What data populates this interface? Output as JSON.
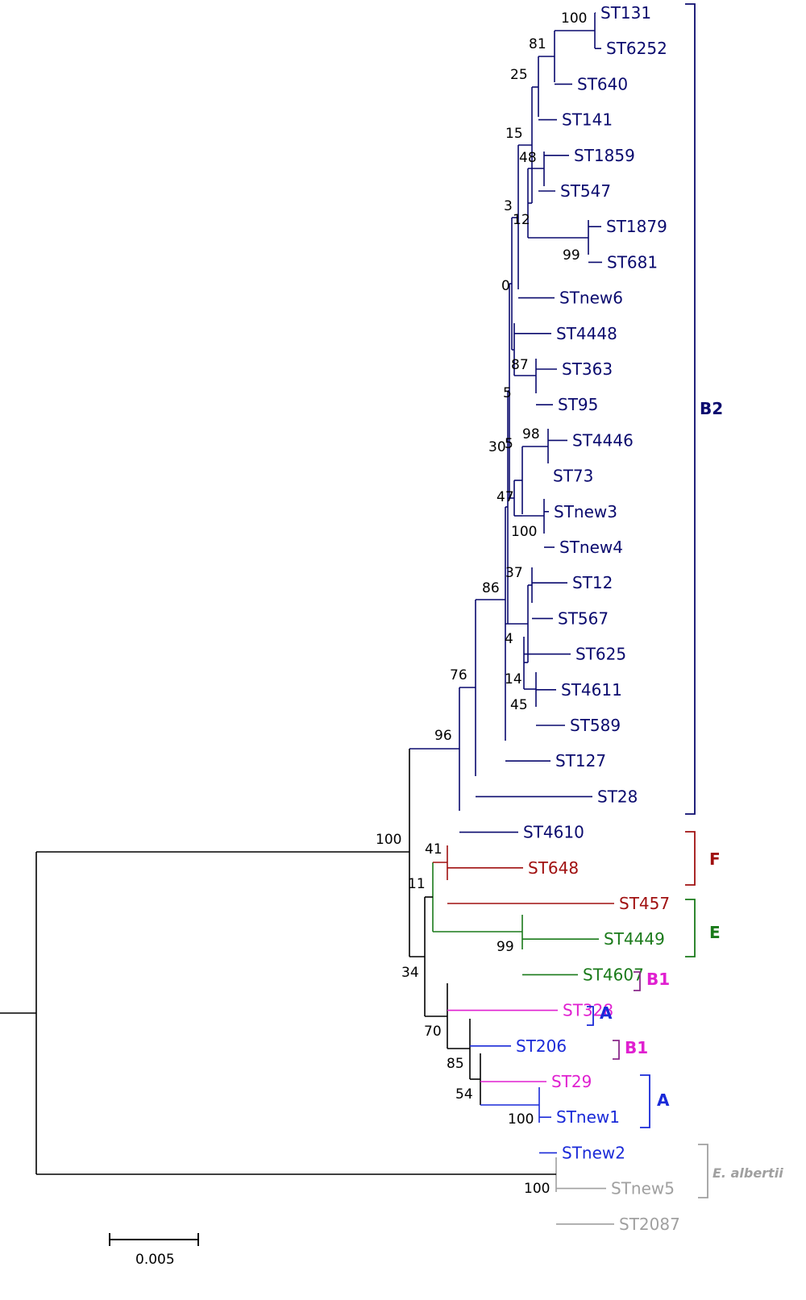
{
  "colors": {
    "B2": "#0a0a6e",
    "F": "#a01010",
    "E": "#1a7a1a",
    "B1": "#e020d0",
    "B1_bracket": "#8a2a8a",
    "A": "#1a2ad8",
    "albertii": "#a0a0a0",
    "outer": "#000000"
  },
  "leaves": [
    {
      "label": "ST131",
      "group": "B2"
    },
    {
      "label": "ST6252",
      "group": "B2"
    },
    {
      "label": "ST640",
      "group": "B2"
    },
    {
      "label": "ST141",
      "group": "B2"
    },
    {
      "label": "ST1859",
      "group": "B2"
    },
    {
      "label": "ST547",
      "group": "B2"
    },
    {
      "label": "ST1879",
      "group": "B2"
    },
    {
      "label": "ST681",
      "group": "B2"
    },
    {
      "label": "STnew6",
      "group": "B2"
    },
    {
      "label": "ST4448",
      "group": "B2"
    },
    {
      "label": "ST363",
      "group": "B2"
    },
    {
      "label": "ST95",
      "group": "B2"
    },
    {
      "label": "ST4446",
      "group": "B2"
    },
    {
      "label": "ST73",
      "group": "B2"
    },
    {
      "label": "STnew3",
      "group": "B2"
    },
    {
      "label": "STnew4",
      "group": "B2"
    },
    {
      "label": "ST12",
      "group": "B2"
    },
    {
      "label": "ST567",
      "group": "B2"
    },
    {
      "label": "ST625",
      "group": "B2"
    },
    {
      "label": "ST4611",
      "group": "B2"
    },
    {
      "label": "ST589",
      "group": "B2"
    },
    {
      "label": "ST127",
      "group": "B2"
    },
    {
      "label": "ST28",
      "group": "B2"
    },
    {
      "label": "ST4610",
      "group": "B2"
    },
    {
      "label": "ST648",
      "group": "F"
    },
    {
      "label": "ST457",
      "group": "F"
    },
    {
      "label": "ST4449",
      "group": "E"
    },
    {
      "label": "ST4607",
      "group": "E"
    },
    {
      "label": "ST328",
      "group": "B1"
    },
    {
      "label": "ST206",
      "group": "A"
    },
    {
      "label": "ST29",
      "group": "B1"
    },
    {
      "label": "STnew1",
      "group": "A"
    },
    {
      "label": "STnew2",
      "group": "A"
    },
    {
      "label": "STnew5",
      "group": "albertii"
    },
    {
      "label": "ST2087",
      "group": "albertii"
    }
  ],
  "bootstrap": [
    "100",
    "81",
    "25",
    "15",
    "48",
    "3",
    "12",
    "99",
    "0",
    "87",
    "5",
    "98",
    "30",
    "5",
    "47",
    "100",
    "37",
    "86",
    "4",
    "14",
    "45",
    "76",
    "96",
    "100",
    "41",
    "11",
    "99",
    "34",
    "70",
    "85",
    "54",
    "100",
    "100"
  ],
  "groups": [
    {
      "label": "B2",
      "color_key": "B2"
    },
    {
      "label": "F",
      "color_key": "F"
    },
    {
      "label": "E",
      "color_key": "E"
    },
    {
      "label": "B1",
      "color_key": "B1"
    },
    {
      "label": "A",
      "color_key": "A"
    },
    {
      "label": "B1",
      "color_key": "B1"
    },
    {
      "label": "A",
      "color_key": "A"
    },
    {
      "label": "E. albertii",
      "color_key": "albertii"
    }
  ],
  "scale": {
    "label": "0.005"
  }
}
